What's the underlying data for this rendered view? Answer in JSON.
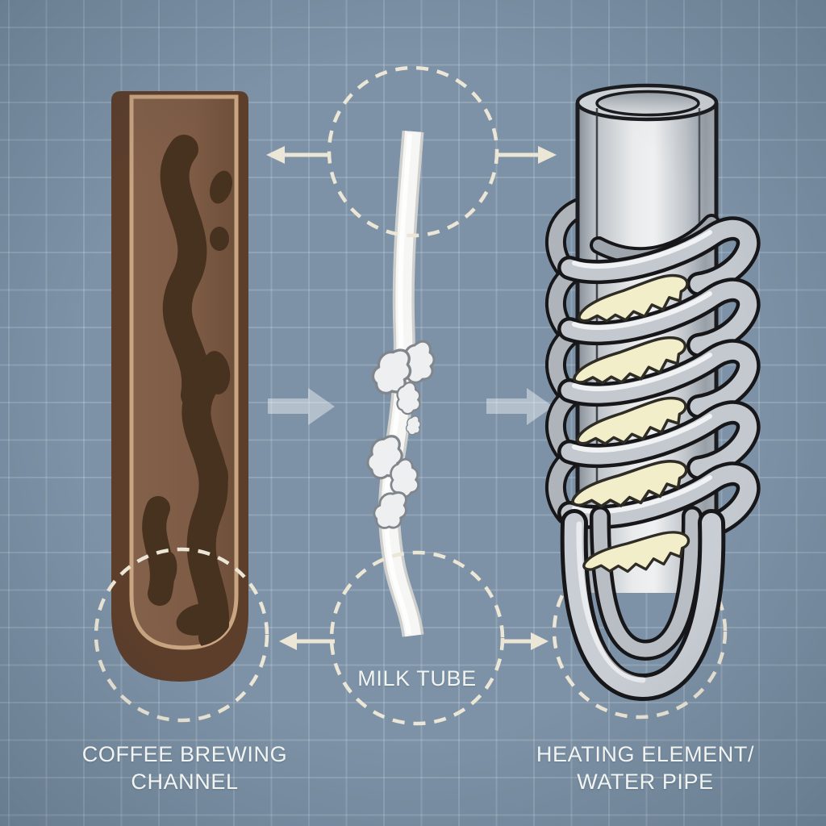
{
  "diagram": {
    "description": "Coffee machine internal parts cleaning diagram",
    "labels": {
      "coffee_line1": "COFFEE BREWING",
      "coffee_line2": "CHANNEL",
      "milk": "MILK TUBE",
      "heating_line1": "HEATING ELEMENT/",
      "heating_line2": "WATER PIPE"
    },
    "elements": [
      "coffee-brewing-channel",
      "milk-tube",
      "heating-element-water-pipe"
    ],
    "annotations": {
      "dashed_circles": 4,
      "thin_arrows": [
        "top-left",
        "top-right",
        "bottom-left",
        "bottom-right"
      ],
      "block_arrows": [
        "middle-left",
        "middle-right"
      ]
    },
    "colors": {
      "background": "#7d92a6",
      "grid_line": "rgba(222,233,241,0.20)",
      "coffee_wall": "#5d3e2b",
      "coffee_interior": "#7d5b45",
      "coffee_residue": "#47311f",
      "coffee_highlight": "#c9a581",
      "milk_tube": "#f6f6f4",
      "milk_residue": "#edeff0",
      "milk_residue_outline": "#81868c",
      "metal_light": "#eceeef",
      "metal_mid": "#c4c9cf",
      "metal_dark": "#8f969e",
      "outline": "#1b1c1f",
      "scale_deposit": "#f3eeca",
      "annotation": "#ece6d6",
      "label_text": "#f2f4f2"
    }
  }
}
